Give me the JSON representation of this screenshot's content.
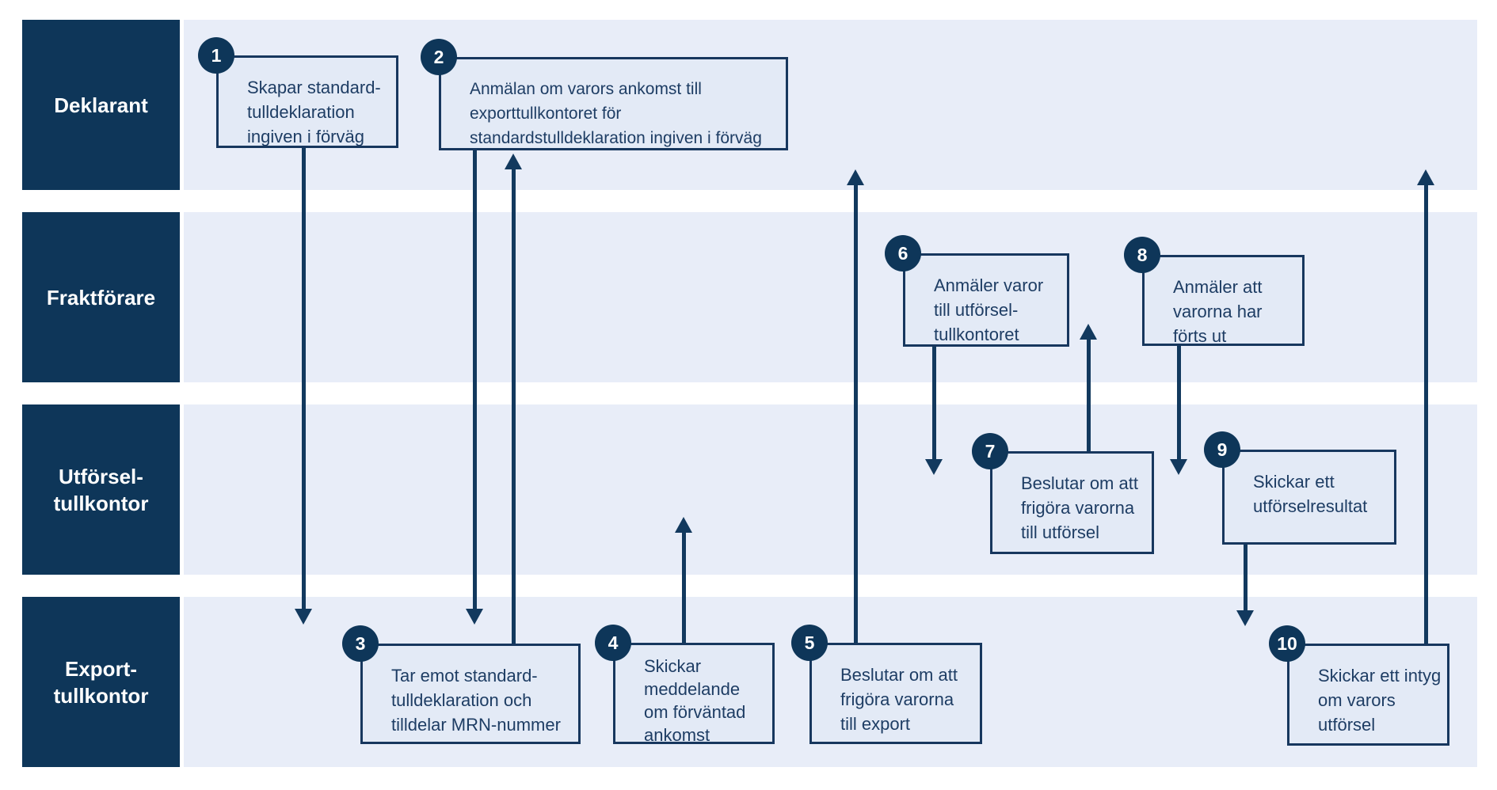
{
  "colors": {
    "navy_fill": "#0e3659",
    "line_navy": "#12395e",
    "border_navy": "#17375e",
    "lane_band": "#e8edf8",
    "box_fill": "#e3eaf6",
    "box_text": "#1e3d64",
    "lane_label_text": "#ffffff",
    "background": "#ffffff"
  },
  "lanes": [
    {
      "label": "Deklarant"
    },
    {
      "label": "Fraktförare"
    },
    {
      "label": "Utförsel-\ntullkontor"
    },
    {
      "label": "Export-\ntullkontor"
    }
  ],
  "steps": [
    {
      "number": "1",
      "lane": "Deklarant",
      "text": "Skapar standard-\ntulldeklaration\ningiven i förväg"
    },
    {
      "number": "2",
      "lane": "Deklarant",
      "text": "Anmälan om varors ankomst till\nexporttullkontoret för\nstandardstulldeklaration ingiven i förväg"
    },
    {
      "number": "3",
      "lane": "Export-tullkontor",
      "text": "Tar emot standard-\ntulldeklaration och\ntilldelar MRN-nummer"
    },
    {
      "number": "4",
      "lane": "Export-tullkontor",
      "text": "Skickar\nmeddelande\nom förväntad\nankomst"
    },
    {
      "number": "5",
      "lane": "Export-tullkontor",
      "text": "Beslutar om att\nfrigöra varorna\ntill export"
    },
    {
      "number": "6",
      "lane": "Fraktförare",
      "text": "Anmäler varor\ntill utförsel-\ntullkontoret"
    },
    {
      "number": "7",
      "lane": "Utförsel-tullkontor",
      "text": "Beslutar om att\nfrigöra varorna\ntill utförsel"
    },
    {
      "number": "8",
      "lane": "Fraktförare",
      "text": "Anmäler att\nvarorna har\nförts ut"
    },
    {
      "number": "9",
      "lane": "Utförsel-tullkontor",
      "text": "Skickar ett\nutförselresultat"
    },
    {
      "number": "10",
      "lane": "Export-tullkontor",
      "text": "Skickar ett intyg\nom varors\nutförsel"
    }
  ]
}
